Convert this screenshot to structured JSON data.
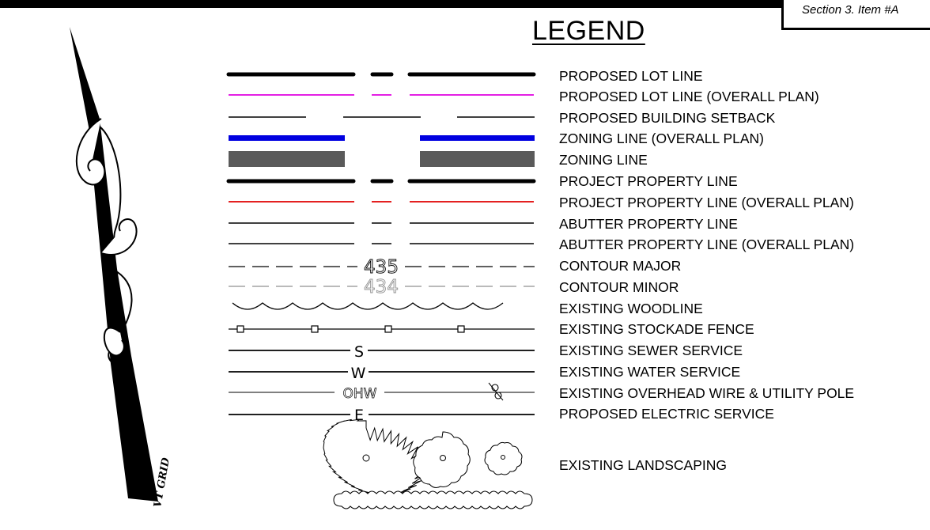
{
  "header": {
    "section_label": "Section 3. Item #A",
    "title": "LEGEND"
  },
  "north_arrow": {
    "label": "VT GRID"
  },
  "legend": {
    "items": [
      {
        "label": "PROPOSED LOT LINE"
      },
      {
        "label": "PROPOSED LOT LINE (OVERALL PLAN)"
      },
      {
        "label": "PROPOSED BUILDING SETBACK"
      },
      {
        "label": "ZONING LINE (OVERALL PLAN)"
      },
      {
        "label": "ZONING LINE"
      },
      {
        "label": "PROJECT PROPERTY LINE"
      },
      {
        "label": "PROJECT PROPERTY LINE (OVERALL PLAN)"
      },
      {
        "label": "ABUTTER PROPERTY LINE"
      },
      {
        "label": "ABUTTER PROPERTY LINE (OVERALL PLAN)"
      },
      {
        "label": "CONTOUR MAJOR"
      },
      {
        "label": "CONTOUR MINOR"
      },
      {
        "label": "EXISTING WOODLINE"
      },
      {
        "label": "EXISTING STOCKADE FENCE"
      },
      {
        "label": "EXISTING SEWER SERVICE"
      },
      {
        "label": "EXISTING WATER SERVICE"
      },
      {
        "label": "EXISTING OVERHEAD WIRE & UTILITY POLE"
      },
      {
        "label": "PROPOSED ELECTRIC SERVICE"
      },
      {
        "label": "EXISTING LANDSCAPING"
      }
    ],
    "symbol_text": {
      "contour_major": "435",
      "contour_minor": "434",
      "sewer": "S",
      "water": "W",
      "overhead": "OHW",
      "electric": "E"
    }
  },
  "colors": {
    "magenta": "#e000e0",
    "blue": "#0000e0",
    "gray": "#5a5a5a",
    "red": "#e00000",
    "contour_minor": "#909090"
  }
}
